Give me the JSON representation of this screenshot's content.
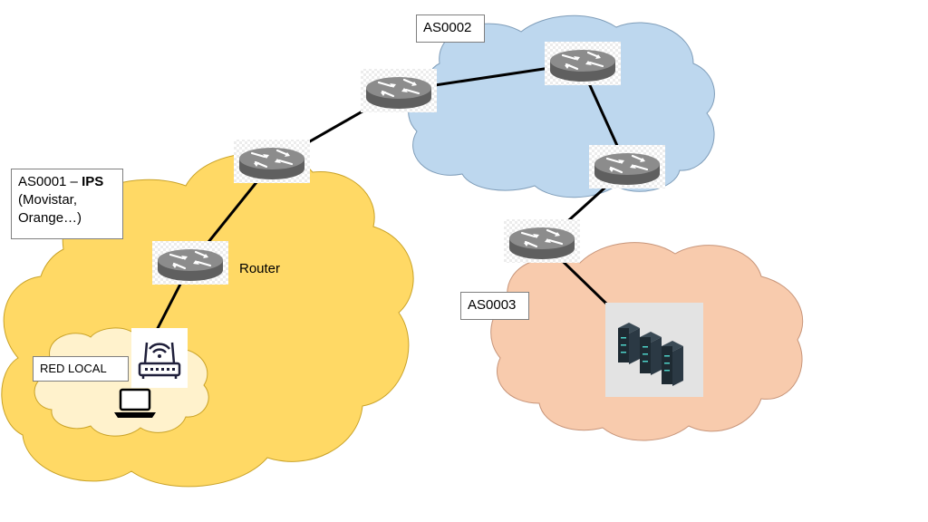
{
  "colors": {
    "as0001_cloud": "#FFD965",
    "as0001_cloud_stroke": "#C9A227",
    "as0002_cloud": "#BDD7EE",
    "as0002_cloud_stroke": "#7F9DB9",
    "as0003_cloud": "#F8CBAD",
    "as0003_cloud_stroke": "#C7957A",
    "lan_cloud": "#FFF2CC",
    "lan_cloud_stroke": "#C9A227",
    "router_body": "#7F7F7F",
    "link": "#000000"
  },
  "labels": {
    "as0001_prefix": "AS0001 – ",
    "as0001_bold": "IPS",
    "as0001_line2": "(Movistar,",
    "as0001_line3": "Orange…)",
    "as0002": "AS0002",
    "as0003": "AS0003",
    "red_local": "RED LOCAL",
    "router": "Router"
  },
  "icons": {
    "router": "router-icon",
    "wifi_router": "wifi-router-icon",
    "laptop": "laptop-icon",
    "servers": "server-rack-icon"
  }
}
